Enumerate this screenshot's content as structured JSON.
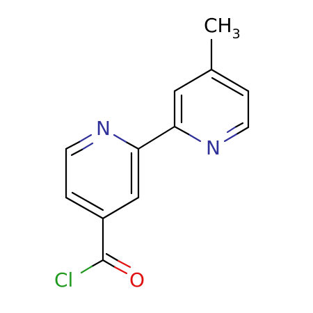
{
  "molecule": {
    "atoms": {
      "methyl": {
        "main": "CH",
        "sub": "3"
      },
      "n1": "N",
      "n2": "N",
      "chlorine": "Cl",
      "oxygen": "O"
    },
    "colors": {
      "bond": "#000000",
      "nitrogen": "#30309a",
      "chlorine": "#1f9a1f",
      "oxygen": "#e01010",
      "carbon": "#000000"
    }
  }
}
